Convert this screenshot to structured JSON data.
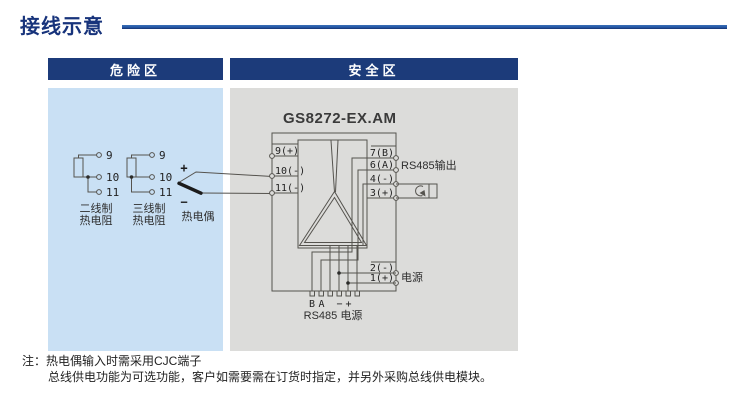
{
  "page": {
    "title": "接线示意"
  },
  "zones": {
    "hazard": "危险区",
    "safe": "安全区"
  },
  "device": {
    "model": "GS8272-EX.AM"
  },
  "hazard_area": {
    "rtd2": {
      "label1": "二线制",
      "label2": "热电阻",
      "t9": "9",
      "t10": "10",
      "t11": "11"
    },
    "rtd3": {
      "label1": "三线制",
      "label2": "热电阻",
      "t9": "9",
      "t10": "10",
      "t11": "11"
    },
    "tc": {
      "label": "热电偶",
      "plus": "+",
      "minus": "−"
    }
  },
  "terminals": {
    "l9": "9(+)",
    "l10": "10(-)",
    "l11": "11(-)",
    "r7": "7(B)",
    "r6": "6(A)",
    "r4": "4(-)",
    "r3": "3(+)",
    "p2": "2(-)",
    "p1": "1(+)",
    "bB": "B",
    "bA": "A",
    "bminus": "−",
    "bplus": "+",
    "rs485_out": "RS485输出",
    "power": "电源",
    "bottom_label": "RS485 电源"
  },
  "notes": {
    "prefix": "注：",
    "line1": "热电偶输入时需采用CJC端子",
    "line2": "总线供电功能为可选功能，客户如需要需在订货时指定，并另外采购总线供电模块。"
  },
  "colors": {
    "header_navy": "#1c3b7a",
    "hazard_bg": "#c9e0f4",
    "safe_bg": "#dcdcda",
    "title_blue": "#17337b",
    "diagram_line": "#55534e"
  }
}
